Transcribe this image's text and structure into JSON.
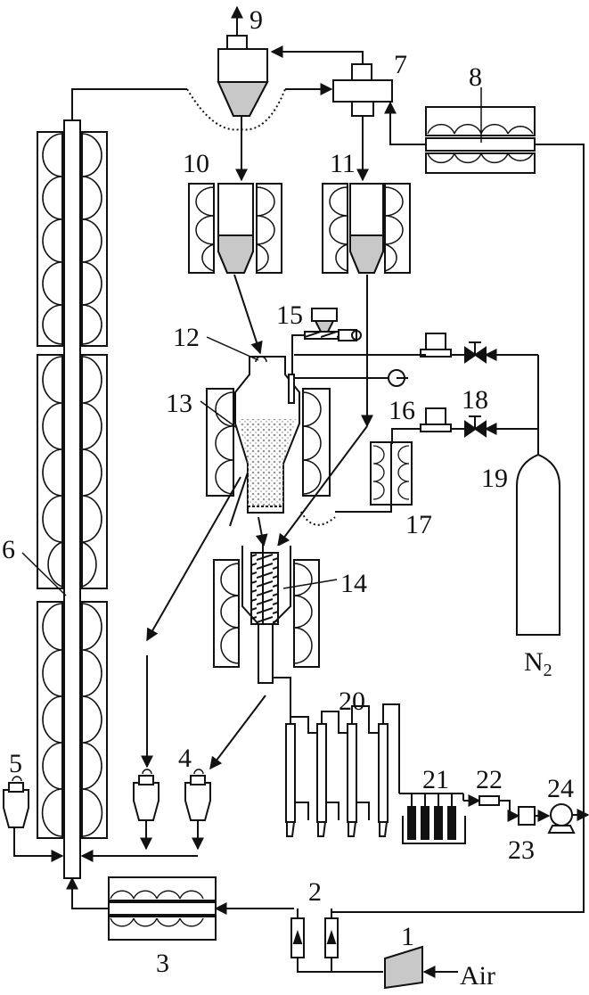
{
  "labels": {
    "n1": "1",
    "n2": "2",
    "n3": "3",
    "n4": "4",
    "n5": "5",
    "n6": "6",
    "n7": "7",
    "n8": "8",
    "n9": "9",
    "n10": "10",
    "n11": "11",
    "n12": "12",
    "n13": "13",
    "n14": "14",
    "n15": "15",
    "n16": "16",
    "n17": "17",
    "n18": "18",
    "n19": "19",
    "n20": "20",
    "n21": "21",
    "n22": "22",
    "n23": "23",
    "n24": "24",
    "air": "Air",
    "n2gas": "N",
    "n2sub": "2"
  },
  "colors": {
    "line": "#111111",
    "fill_gray": "#c8c8c8",
    "fill_light": "#e6e6e6"
  }
}
